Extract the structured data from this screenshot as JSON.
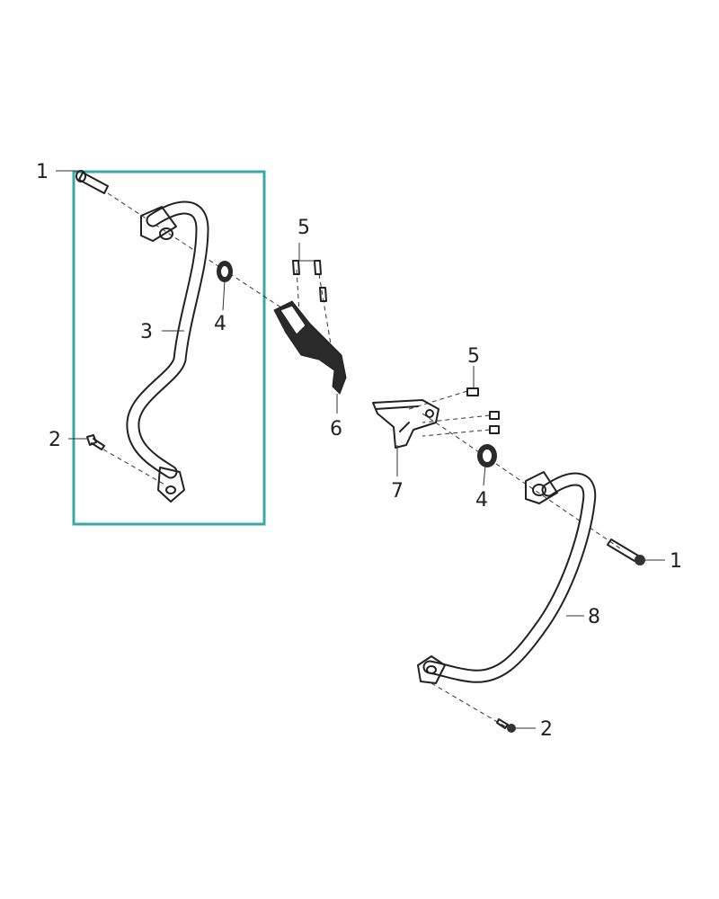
{
  "diagram": {
    "highlight_color": "#3aa7a8",
    "callouts": {
      "c1_top": "1",
      "c2_left": "2",
      "c3": "3",
      "c4_left": "4",
      "c5_top": "5",
      "c6": "6",
      "c5_right": "5",
      "c7": "7",
      "c4_right": "4",
      "c1_right": "1",
      "c8": "8",
      "c2_bottom": "2"
    }
  }
}
